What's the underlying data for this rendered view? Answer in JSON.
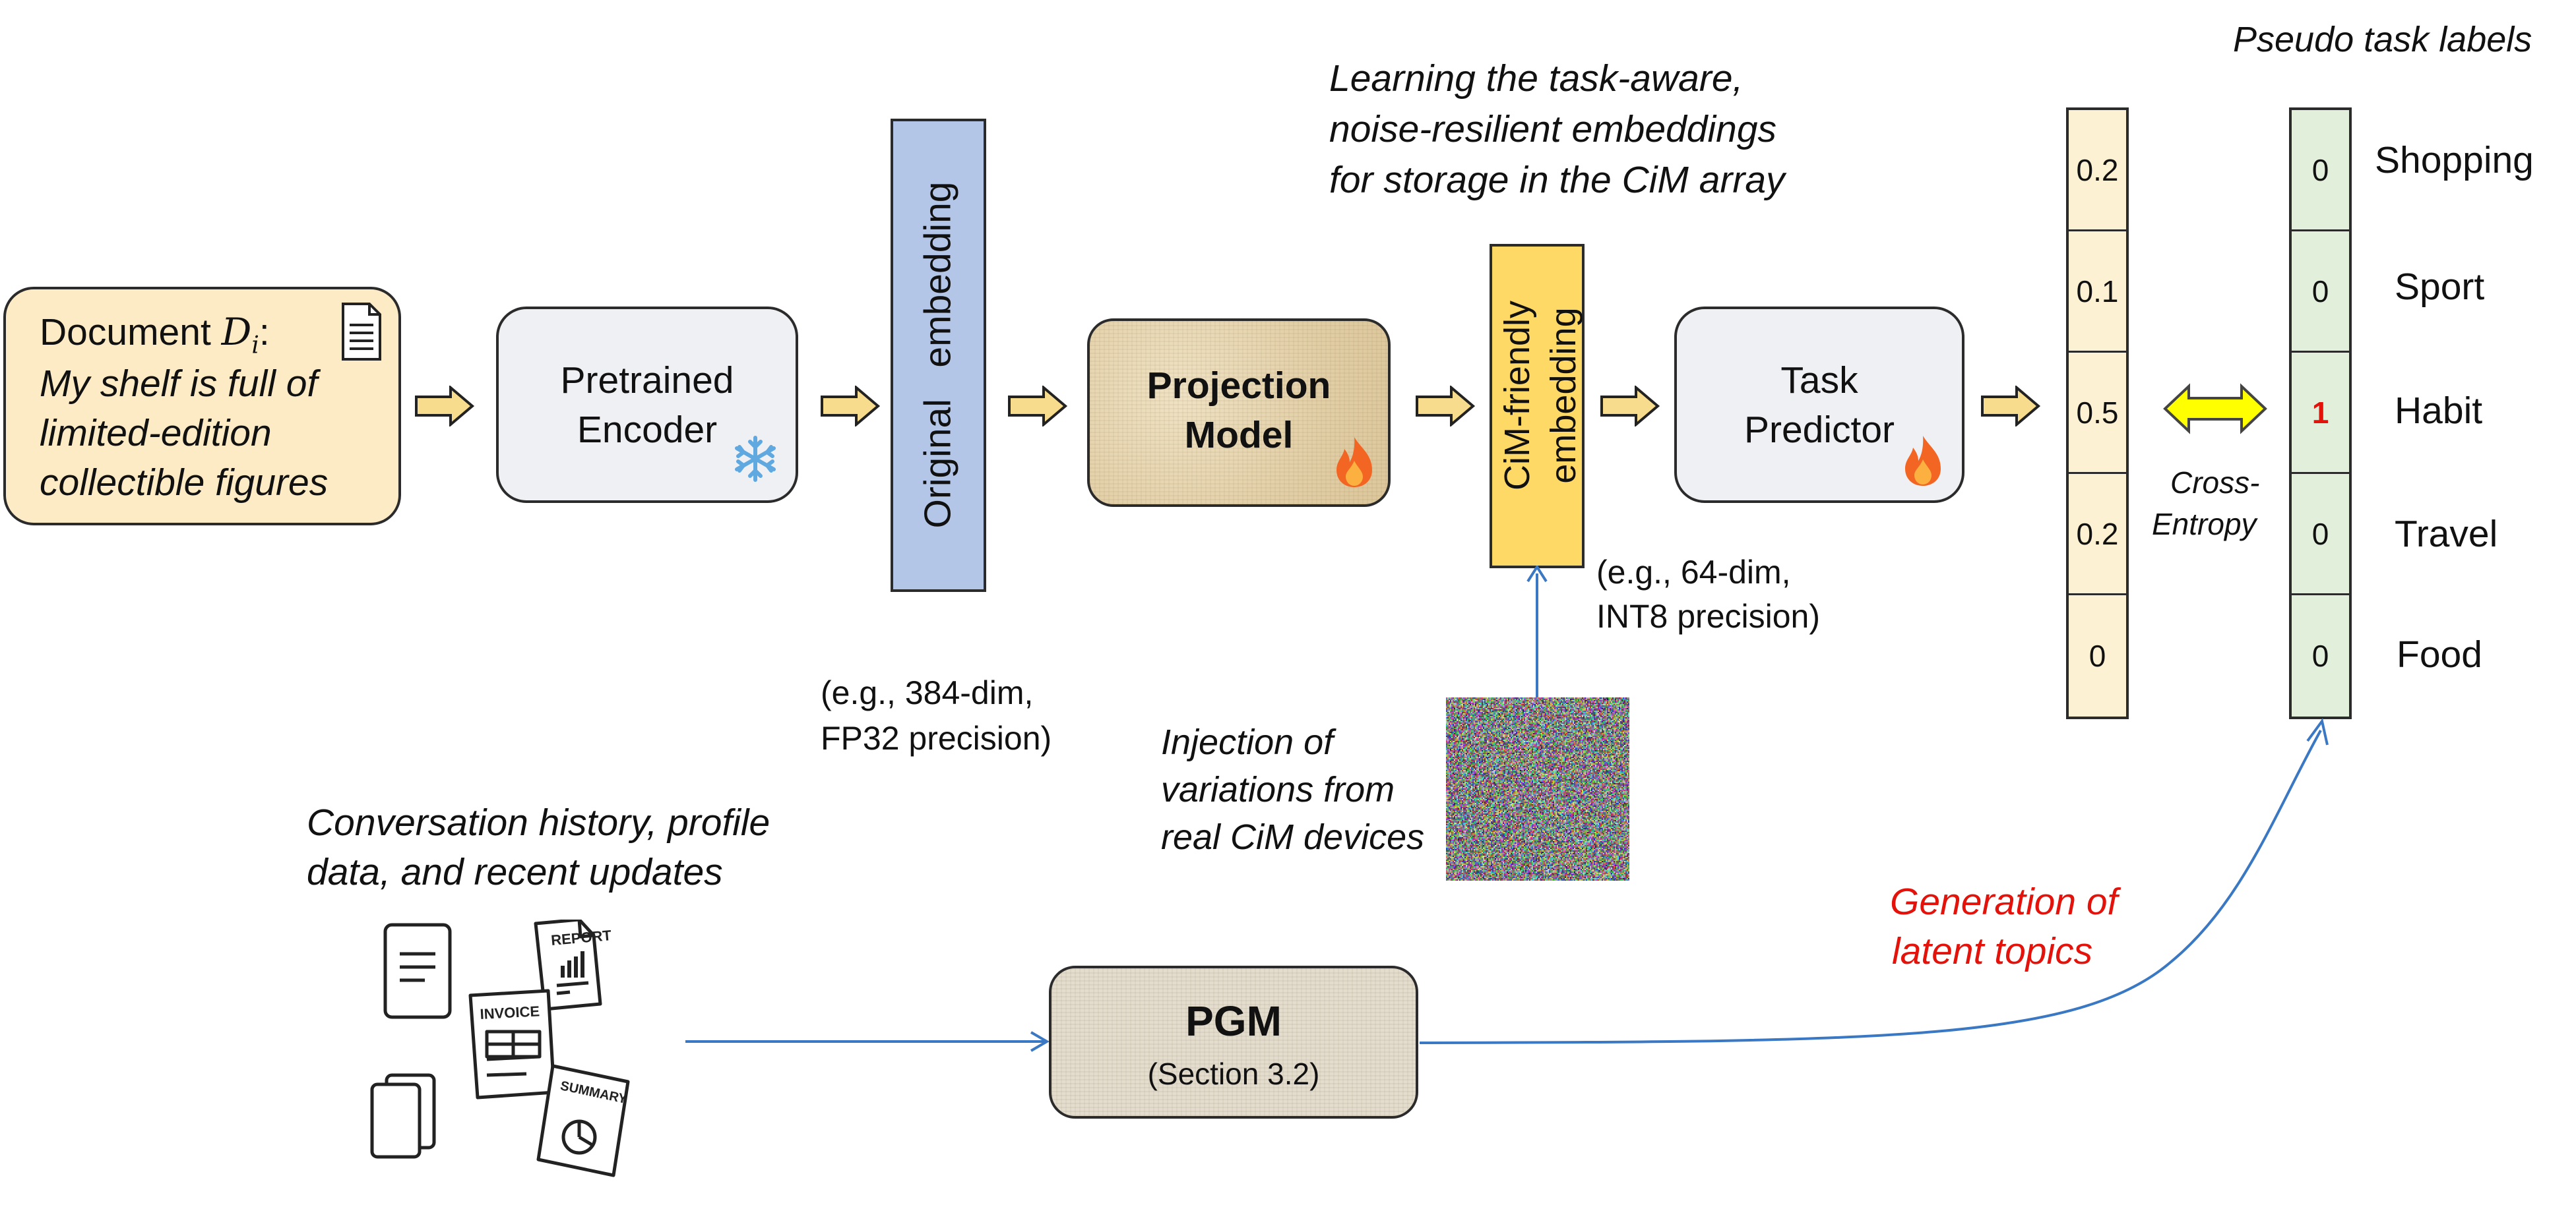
{
  "document": {
    "prefix": "Document ",
    "var": "D",
    "sub": "i",
    "suffix": ":",
    "lines": [
      "My shelf is full of",
      "limited-edition",
      "collectible figures"
    ]
  },
  "encoder": {
    "line1": "Pretrained",
    "line2": "Encoder",
    "frozen_icon": "snowflake-icon"
  },
  "original_embedding": {
    "label": "Original   embedding",
    "note1": "(e.g., 384-dim,",
    "note2": "FP32 precision)"
  },
  "projection": {
    "line1": "Projection",
    "line2": "Model",
    "icon": "fire-icon"
  },
  "learning_note": [
    "Learning the task-aware,",
    "noise-resilient embeddings",
    "for storage in the CiM array"
  ],
  "cim_embedding": {
    "line1": "CiM-friendly",
    "line2": "embedding",
    "note1": "(e.g., 64-dim,",
    "note2": "INT8 precision)"
  },
  "task_predictor": {
    "line1": "Task",
    "line2": "Predictor",
    "icon": "fire-icon"
  },
  "output_vector": [
    "0.2",
    "0.1",
    "0.5",
    "0.2",
    "0"
  ],
  "cross_entropy": {
    "line1": "Cross-",
    "line2": "Entropy"
  },
  "labels_title": "Pseudo task labels",
  "label_vector": [
    "0",
    "0",
    "1",
    "0",
    "0"
  ],
  "label_names": [
    "Shopping",
    "Sport",
    "Habit",
    "Travel",
    "Food"
  ],
  "noise": {
    "lines": [
      "Injection of",
      "variations from",
      "real CiM devices"
    ]
  },
  "history": {
    "lines": [
      "Conversation history, profile",
      "data, and recent updates"
    ],
    "doc_titles": [
      "REPORT",
      "INVOICE",
      "SUMMARY"
    ]
  },
  "pgm": {
    "title": "PGM",
    "subtitle": "(Section 3.2)"
  },
  "generation": {
    "lines": [
      "Generation of",
      "latent topics"
    ]
  },
  "colors": {
    "doc_bg": "#fdebc6",
    "emb_blue": "#b4c6e7",
    "cim_yellow": "#ffd966",
    "out_bg": "#fdf1d3",
    "label_bg": "#e2efda",
    "arrow_fill": "#f7dc8e",
    "ce_arrow": "#ffff00",
    "red": "#e3120b",
    "blue_line": "#3a78c4"
  }
}
